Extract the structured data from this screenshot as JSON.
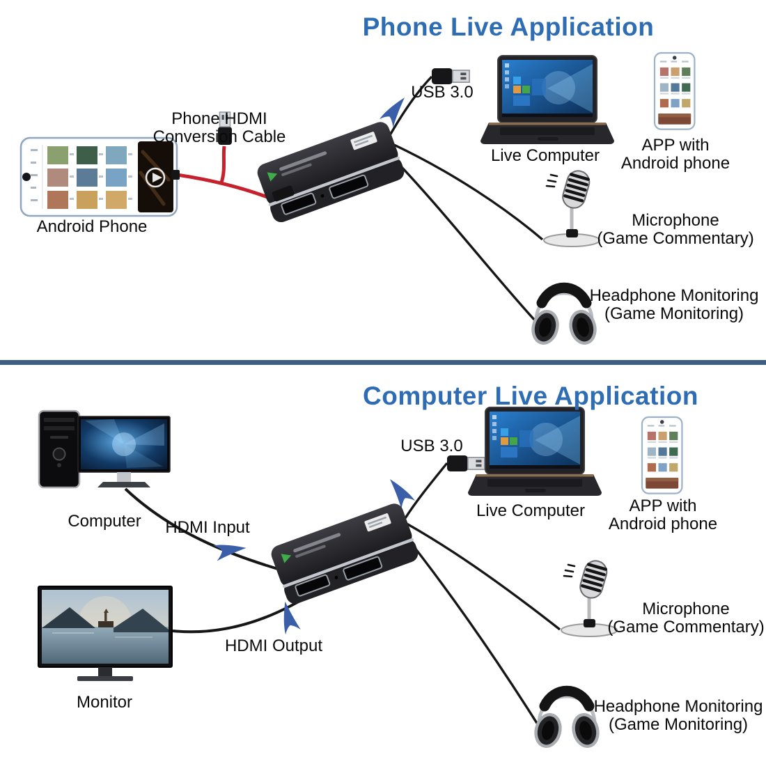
{
  "colors": {
    "title_blue": "#2e6db4",
    "arrow_blue": "#3a5ea8",
    "divider_blue": "#3d5d82",
    "cable_red": "#c5222e",
    "cable_black": "#161616"
  },
  "top": {
    "title": "Phone Live Application",
    "android_phone_label": "Android Phone",
    "cable_label_1": "Phone HDMI",
    "cable_label_2": "Conversion Cable",
    "usb_label": "USB 3.0",
    "live_computer_label": "Live Computer",
    "app_label_1": "APP with",
    "app_label_2": "Android phone",
    "mic_label_1": "Microphone",
    "mic_label_2": "(Game Commentary)",
    "hp_label_1": "Headphone Monitoring",
    "hp_label_2": "(Game Monitoring)"
  },
  "bottom": {
    "title": "Computer Live Application",
    "computer_label": "Computer",
    "hdmi_input_label": "HDMI Input",
    "monitor_label": "Monitor",
    "hdmi_output_label": "HDMI Output",
    "usb_label": "USB 3.0",
    "live_computer_label": "Live Computer",
    "app_label_1": "APP with",
    "app_label_2": "Android phone",
    "mic_label_1": "Microphone",
    "mic_label_2": "(Game Commentary)",
    "hp_label_1": "Headphone Monitoring",
    "hp_label_2": "(Game Monitoring)"
  }
}
